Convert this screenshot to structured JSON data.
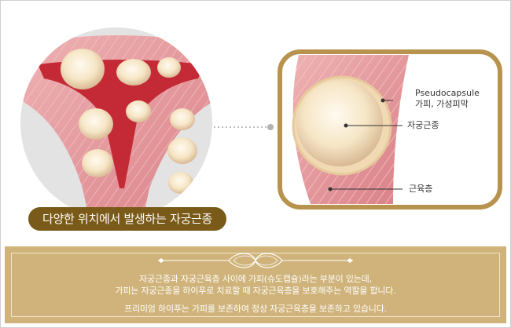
{
  "caption": "다양한 위치에서 발생하는 자궁근종",
  "labels": {
    "pseudocapsule": "Pseudocapsule",
    "pseudocapsule_ko": "가피, 가성피막",
    "fibroid": "자궁근종",
    "muscle_layer": "근육층"
  },
  "description": {
    "line1": "자궁근종과 자궁근육층 사이에 가피(슈도캡슐)라는 부분이 있는데,",
    "line2": "가피는 자궁근종을 하이푸로 치료할 때 자궁근육층을 보호해주는 역할을 합니다.",
    "line3": "프리미엄 하이푸는 가피를 보존하여 정상 자궁근육층을 보존하고 있습니다."
  },
  "colors": {
    "gold_border": "#b8934d",
    "caption_bg": "#7a5a18",
    "panel_bg": "#cfb37a",
    "tissue_pink": "#e59a9e",
    "cavity_red": "#c42a35",
    "fibroid_cream": "#f6e6c6"
  }
}
